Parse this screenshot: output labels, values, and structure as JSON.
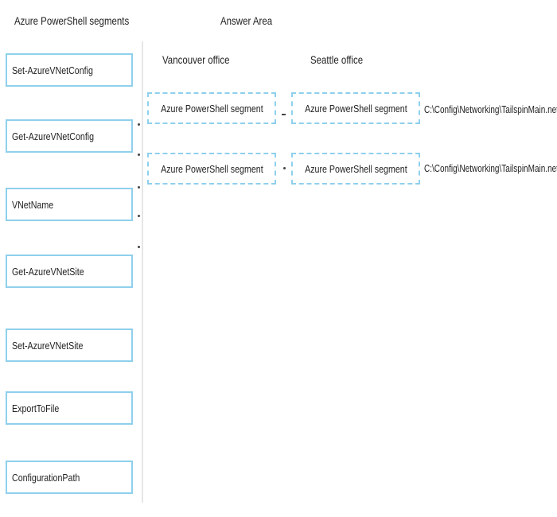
{
  "headings": {
    "segments": "Azure PowerShell segments",
    "answer_area": "Answer Area",
    "vancouver": "Vancouver office",
    "seattle": "Seattle office"
  },
  "segments": [
    "Set-AzureVNetConfig",
    "Get-AzureVNetConfig",
    "VNetName",
    "Get-AzureVNetSite",
    "Set-AzureVNetSite",
    "ExportToFile",
    "ConfigurationPath"
  ],
  "answer_rows": [
    {
      "vancouver_slot": "Azure PowerShell segment",
      "seattle_slot": "Azure PowerShell segment",
      "path": "C:\\Config\\Networking\\TailspinMain.netcfg"
    },
    {
      "vancouver_slot": "Azure PowerShell segment",
      "seattle_slot": "Azure PowerShell segment",
      "path": "C:\\Config\\Networking\\TailspinMain.netcfg"
    }
  ],
  "colors": {
    "accent_border": "#8fd0ec",
    "divider": "#e6e6e6"
  }
}
